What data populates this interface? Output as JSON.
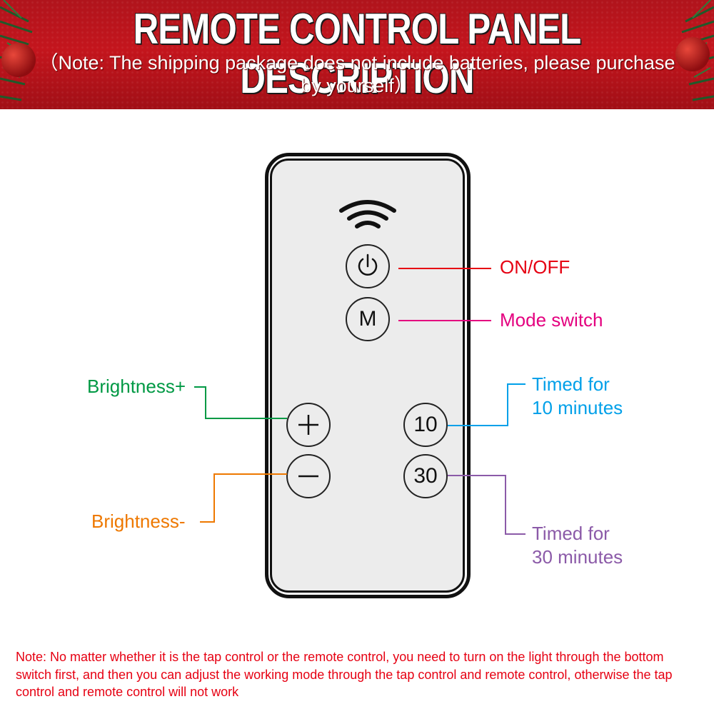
{
  "header": {
    "title": "REMOTE CONTROL PANEL DESCRIPTION",
    "note": "（Note: The shipping package does not include batteries, please purchase by yourself）"
  },
  "remote": {
    "buttons": {
      "power_icon": "power-icon",
      "mode": "M",
      "plus_icon": "plus-icon",
      "minus_icon": "minus-icon",
      "timer10": "10",
      "timer30": "30"
    },
    "signal_icon": "wifi-signal-icon"
  },
  "callouts": {
    "on_off": {
      "text": "ON/OFF",
      "color": "#e60012"
    },
    "mode_switch": {
      "text": "Mode switch",
      "color": "#e4007f"
    },
    "brightness_plus": {
      "text": "Brightness+",
      "color": "#009944"
    },
    "brightness_minus": {
      "text": "Brightness-",
      "color": "#ee7800"
    },
    "timed_10": {
      "line1": "Timed for",
      "line2": "10 minutes",
      "color": "#00a0e9"
    },
    "timed_30": {
      "line1": "Timed for",
      "line2": "30 minutes",
      "color": "#8b5aa8"
    }
  },
  "footnote": "Note: No matter whether it is the tap control or the remote control, you need to turn on the light through the bottom switch first, and then you can adjust the working mode through the tap control and remote control, otherwise the tap control and remote control will not work"
}
